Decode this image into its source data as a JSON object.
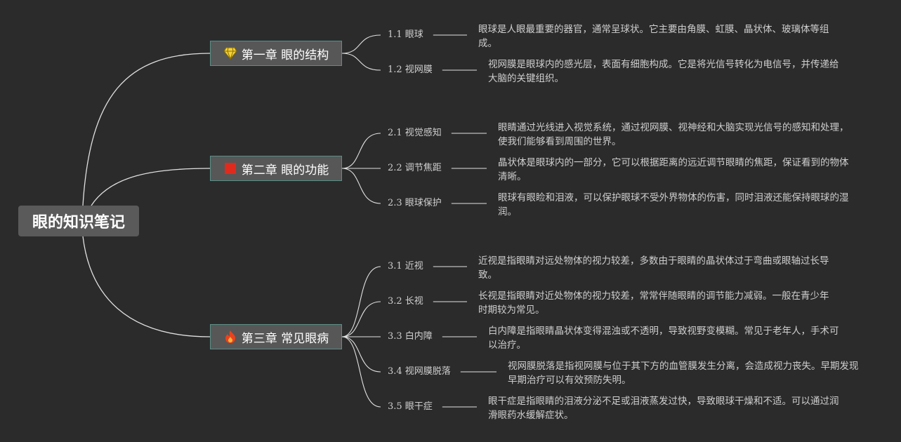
{
  "root": {
    "title": "眼的知识笔记"
  },
  "colors": {
    "background": "#2b2b2b",
    "node_fill": "#575757",
    "node_border": "#5b8f86",
    "edge": "#e0e0e0",
    "text": "#cfcfcf"
  },
  "chapters": [
    {
      "title": "第一章 眼的结构",
      "icon": "diamond-icon",
      "topics": [
        {
          "label": "1.1 眼球",
          "description": "眼球是人眼最重要的器官，通常呈球状。它主要由角膜、虹膜、晶状体、玻璃体等组成。"
        },
        {
          "label": "1.2 视网膜",
          "description": "视网膜是眼球内的感光层，表面有细胞构成。它是将光信号转化为电信号，并传递给大脑的关键组织。"
        }
      ]
    },
    {
      "title": "第二章 眼的功能",
      "icon": "red-square-icon",
      "topics": [
        {
          "label": "2.1 视觉感知",
          "description": "眼睛通过光线进入视觉系统，通过视网膜、视神经和大脑实现光信号的感知和处理，使我们能够看到周围的世界。"
        },
        {
          "label": "2.2 调节焦距",
          "description": "晶状体是眼球内的一部分，它可以根据距离的远近调节眼睛的焦距，保证看到的物体清晰。"
        },
        {
          "label": "2.3 眼球保护",
          "description": "眼球有眼睑和泪液，可以保护眼球不受外界物体的伤害，同时泪液还能保持眼球的湿润。"
        }
      ]
    },
    {
      "title": "第三章 常见眼病",
      "icon": "fire-icon",
      "topics": [
        {
          "label": "3.1 近视",
          "description": "近视是指眼睛对远处物体的视力较差，多数由于眼睛的晶状体过于弯曲或眼轴过长导致。"
        },
        {
          "label": "3.2 长视",
          "description": "长视是指眼睛对近处物体的视力较差，常常伴随眼睛的调节能力减弱。一般在青少年时期较为常见。"
        },
        {
          "label": "3.3 白内障",
          "description": "白内障是指眼睛晶状体变得混浊或不透明，导致视野变模糊。常见于老年人，手术可以治疗。"
        },
        {
          "label": "3.4 视网膜脱落",
          "description": "视网膜脱落是指视网膜与位于其下方的血管膜发生分离，会造成视力丧失。早期发现早期治疗可以有效预防失明。"
        },
        {
          "label": "3.5 眼干症",
          "description": "眼干症是指眼睛的泪液分泌不足或泪液蒸发过快，导致眼球干燥和不适。可以通过润滑眼药水缓解症状。"
        }
      ]
    }
  ]
}
